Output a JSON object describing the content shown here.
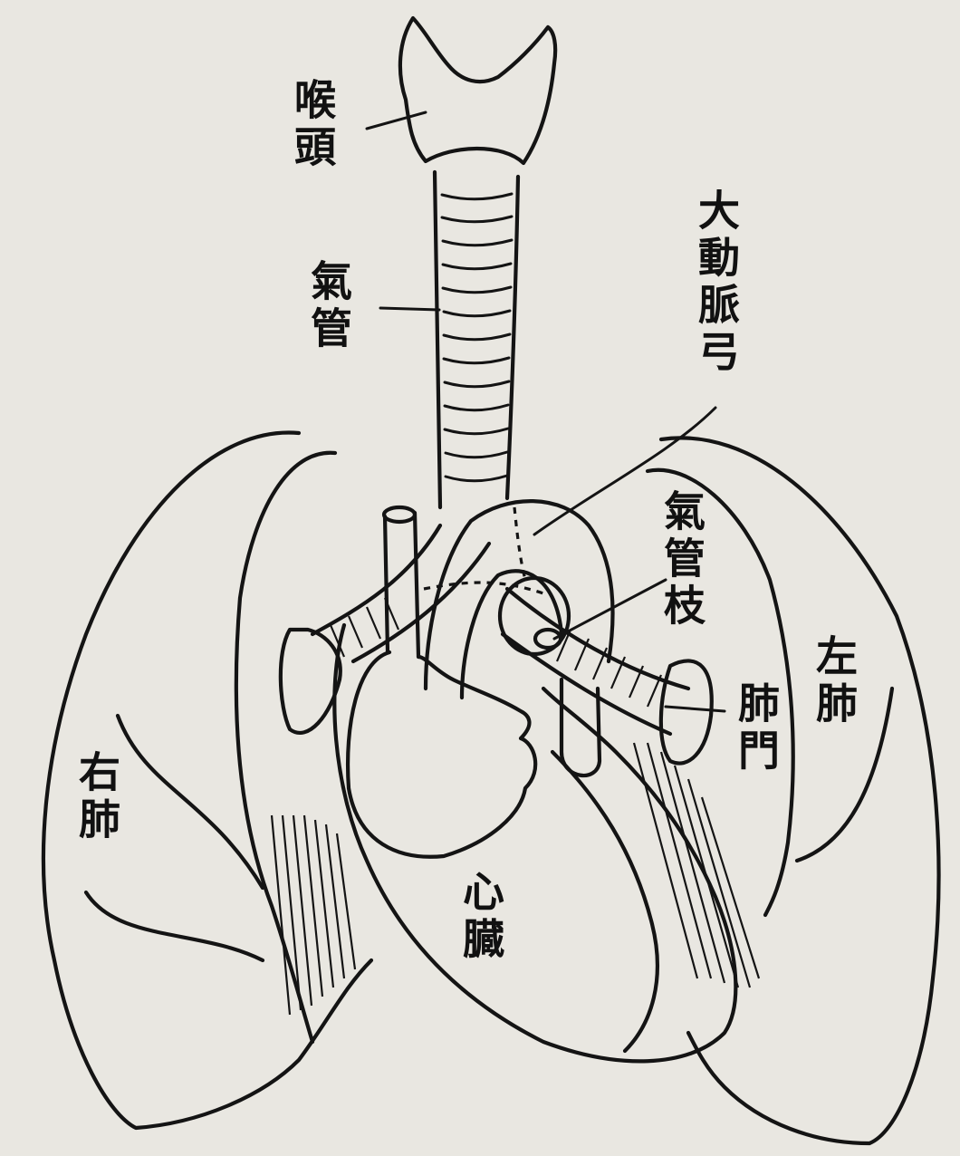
{
  "labels": {
    "larynx": "喉頭",
    "trachea": "氣管",
    "aortic_arch": "大動脈弓",
    "bronchi": "氣管枝",
    "left_lung": "左肺",
    "hilum": "肺門",
    "right_lung": "右肺",
    "heart": "心臓"
  }
}
